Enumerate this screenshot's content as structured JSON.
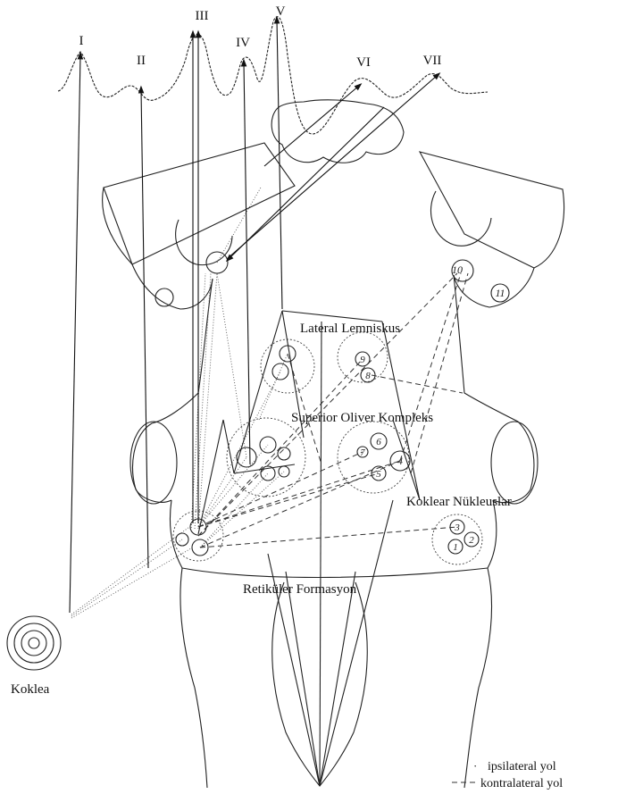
{
  "waves": [
    "I",
    "II",
    "III",
    "IV",
    "V",
    "VI",
    "VII"
  ],
  "structures": {
    "lateral_lemniscus": "Lateral Lemniskus",
    "superior_olive": "Superior Oliver Kompleks",
    "cochlear_nuclei": "Koklear Nükleuslar",
    "reticular": "Retiküler Formasyon",
    "cochlea": "Koklea"
  },
  "nucleus_numbers": [
    "1",
    "2",
    "3",
    "4",
    "5",
    "6",
    "7",
    "8",
    "9",
    "10",
    "11"
  ],
  "legend": {
    "ipsilateral": "ipsilateral yol",
    "contralateral": "kontralateral yol"
  }
}
